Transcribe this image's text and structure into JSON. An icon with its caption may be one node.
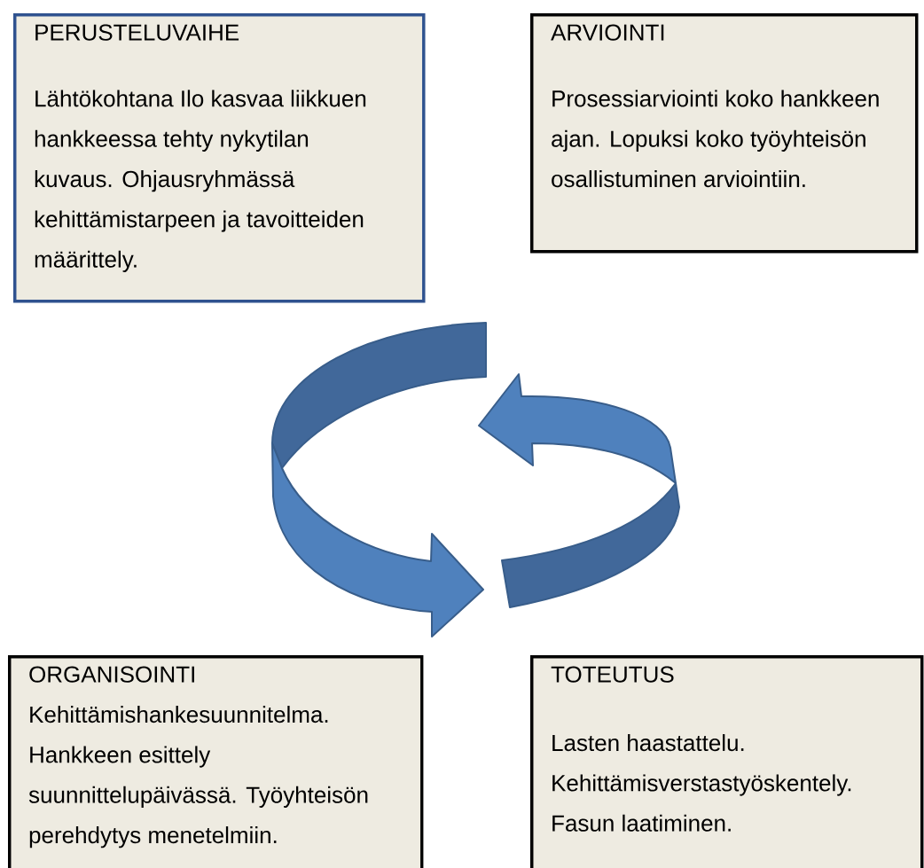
{
  "diagram": {
    "nodes": [
      {
        "text": [
          "PERUSTELUVAIHE",
          "Lähtökohtana Ilo kasvaa liikkuen hankkeessa tehty nykytilan kuvaus. Ohjausryhmässä kehittämistarpeen ja tavoitteiden määrittely."
        ]
      },
      {
        "text": [
          "ARVIOINTI",
          "Prosessiarviointi koko hankkeen ajan. Lopuksi koko työyhteisön osallistuminen arviointiin."
        ]
      },
      {
        "text": [
          "ORGANISOINTI",
          "Kehittämishankesuunnitelma. Hankkeen esittely suunnittelupäivässä. Työyhteisön perehdytys menetelmiin."
        ]
      },
      {
        "text": [
          "TOTEUTUS",
          "Lasten haastattelu. Kehittämisverstastyöskentely. Fasun laatiminen."
        ]
      }
    ]
  }
}
